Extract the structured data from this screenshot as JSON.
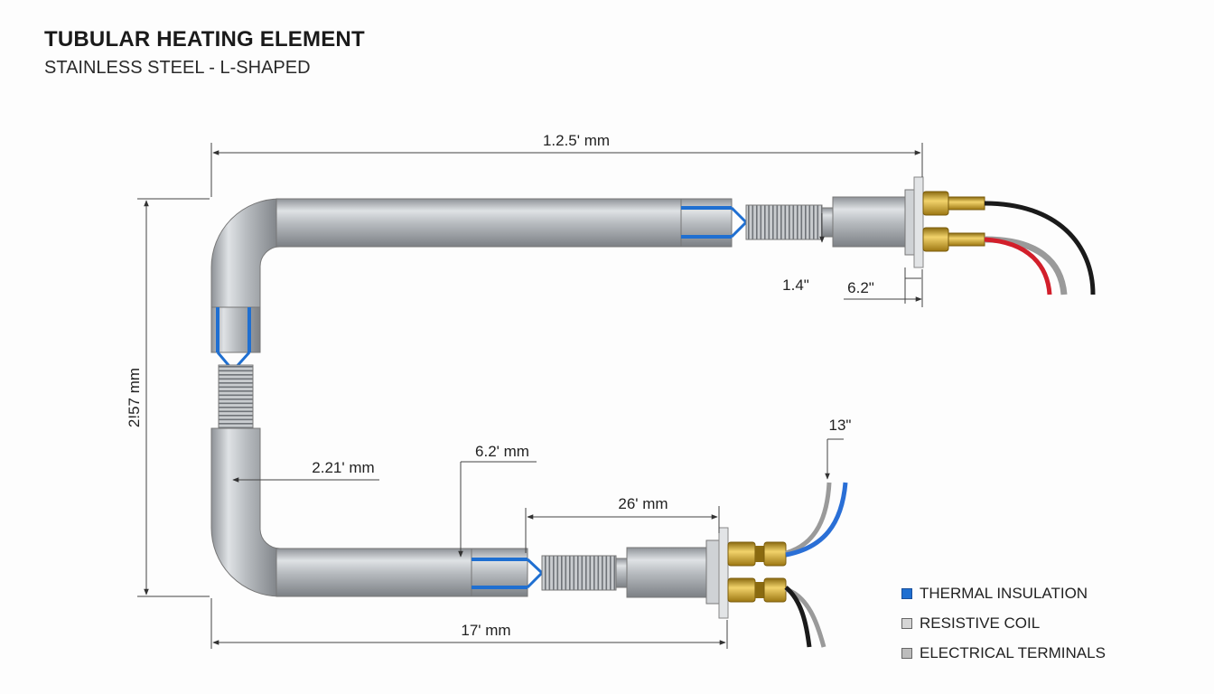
{
  "header": {
    "title": "TUBULAR HEATING ELEMENT",
    "subtitle": "STAINLESS STEEL - L-SHAPED"
  },
  "dimensions": {
    "top_length": "1.2.5' mm",
    "left_height": "2!57 mm",
    "upper_gap": "1.4\"",
    "upper_terminal": "6.2\"",
    "inner_offset": "2.21' mm",
    "lower_sleeve": "6.2' mm",
    "lower_coil": "26' mm",
    "lower_wire": "13\"",
    "bottom_length": "17' mm"
  },
  "legend": {
    "items": [
      {
        "label": "THERMAL INSULATION",
        "color": "#1f6fd1"
      },
      {
        "label": "RESISTIVE COIL",
        "color": "#bdbdbd"
      },
      {
        "label": "ELECTRICAL TERMINALS",
        "color": "#b0b0b0"
      }
    ]
  },
  "colors": {
    "tube": "#a9adb2",
    "insulation": "#1f6fd1",
    "brass": "#c9a227",
    "wire_red": "#d21f2b",
    "wire_black": "#1a1a1a",
    "wire_blue": "#2a6fd6"
  }
}
